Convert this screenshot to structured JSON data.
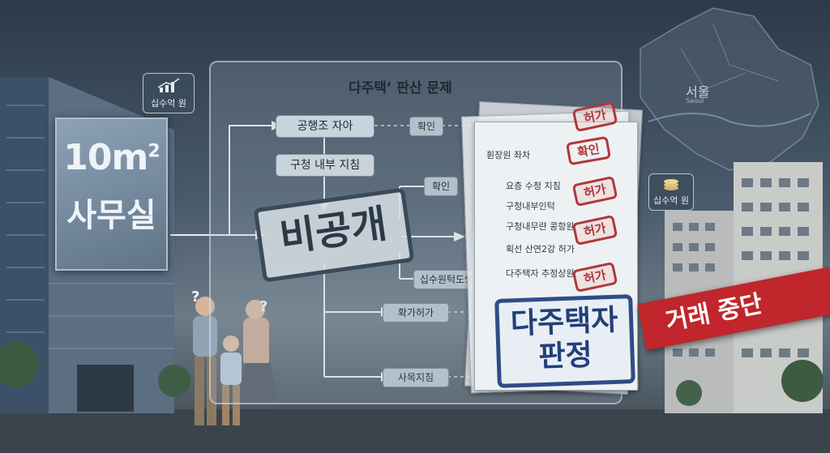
{
  "building_sign": {
    "line1": "10m",
    "sup": "2",
    "line2": "사무실"
  },
  "badge_left": {
    "label": "십수억 원",
    "icon": "chart-icon"
  },
  "badge_right": {
    "label": "십수억 원",
    "icon": "coins-icon"
  },
  "panel": {
    "title": "다주택’ 판산 문제",
    "box_top": "공행조 자아",
    "box_mid": "구청 내부 지침",
    "confirm_1": "확인",
    "confirm_2": "확인",
    "stamp_main": "비공개",
    "small_1": "십수원턱도쉥",
    "small_2": "확가허가",
    "small_3": "사목지침"
  },
  "documents": {
    "line_1": "휜장원 좌차",
    "line_2": "요층 수청 지침",
    "line_3": "구청내부인턱",
    "line_4": "구청내무랸 콩항원",
    "line_5": "획선 산연2강 허가",
    "line_6": "다주택자 추정상원",
    "stamp_heo": "허가",
    "stamp_hwak": "확인",
    "verdict_line1": "다주택자",
    "verdict_line2": "판정"
  },
  "banner": {
    "text": "거래 중단",
    "color": "#c0262b"
  },
  "map": {
    "city": "서울",
    "sub": "Seoul"
  },
  "question_marks": [
    "?",
    "?"
  ]
}
